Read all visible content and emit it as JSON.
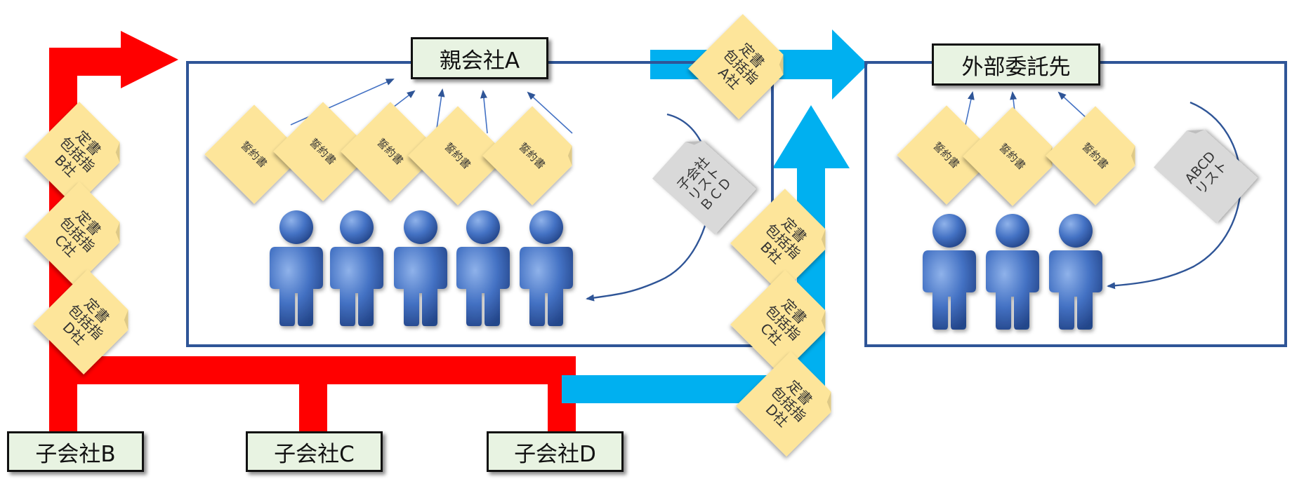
{
  "parent": {
    "label": "親会社A"
  },
  "contractor": {
    "label": "外部委託先"
  },
  "subsidiaries": [
    {
      "label": "子会社B"
    },
    {
      "label": "子会社C"
    },
    {
      "label": "子会社D"
    }
  ],
  "pledge_note": "誓約書",
  "subsidiary_list_note": [
    "子会社",
    "リスト",
    "ＢＣＤ"
  ],
  "abcd_list_note": [
    "ABCD",
    "リスト"
  ],
  "directive_notes": {
    "a": [
      "A社",
      "包括指",
      "定書"
    ],
    "b": [
      "B社",
      "包括指",
      "定書"
    ],
    "c": [
      "C社",
      "包括指",
      "定書"
    ],
    "d": [
      "D社",
      "包括指",
      "定書"
    ]
  },
  "colors": {
    "red_arrow": "#ff0000",
    "blue_arrow": "#00b0f0",
    "box_border": "#2f5597",
    "note_yellow": "#fde59a",
    "note_gray": "#d9d9d9",
    "person_blue": "#4472c4",
    "label_bg": "#e8f3e2"
  }
}
